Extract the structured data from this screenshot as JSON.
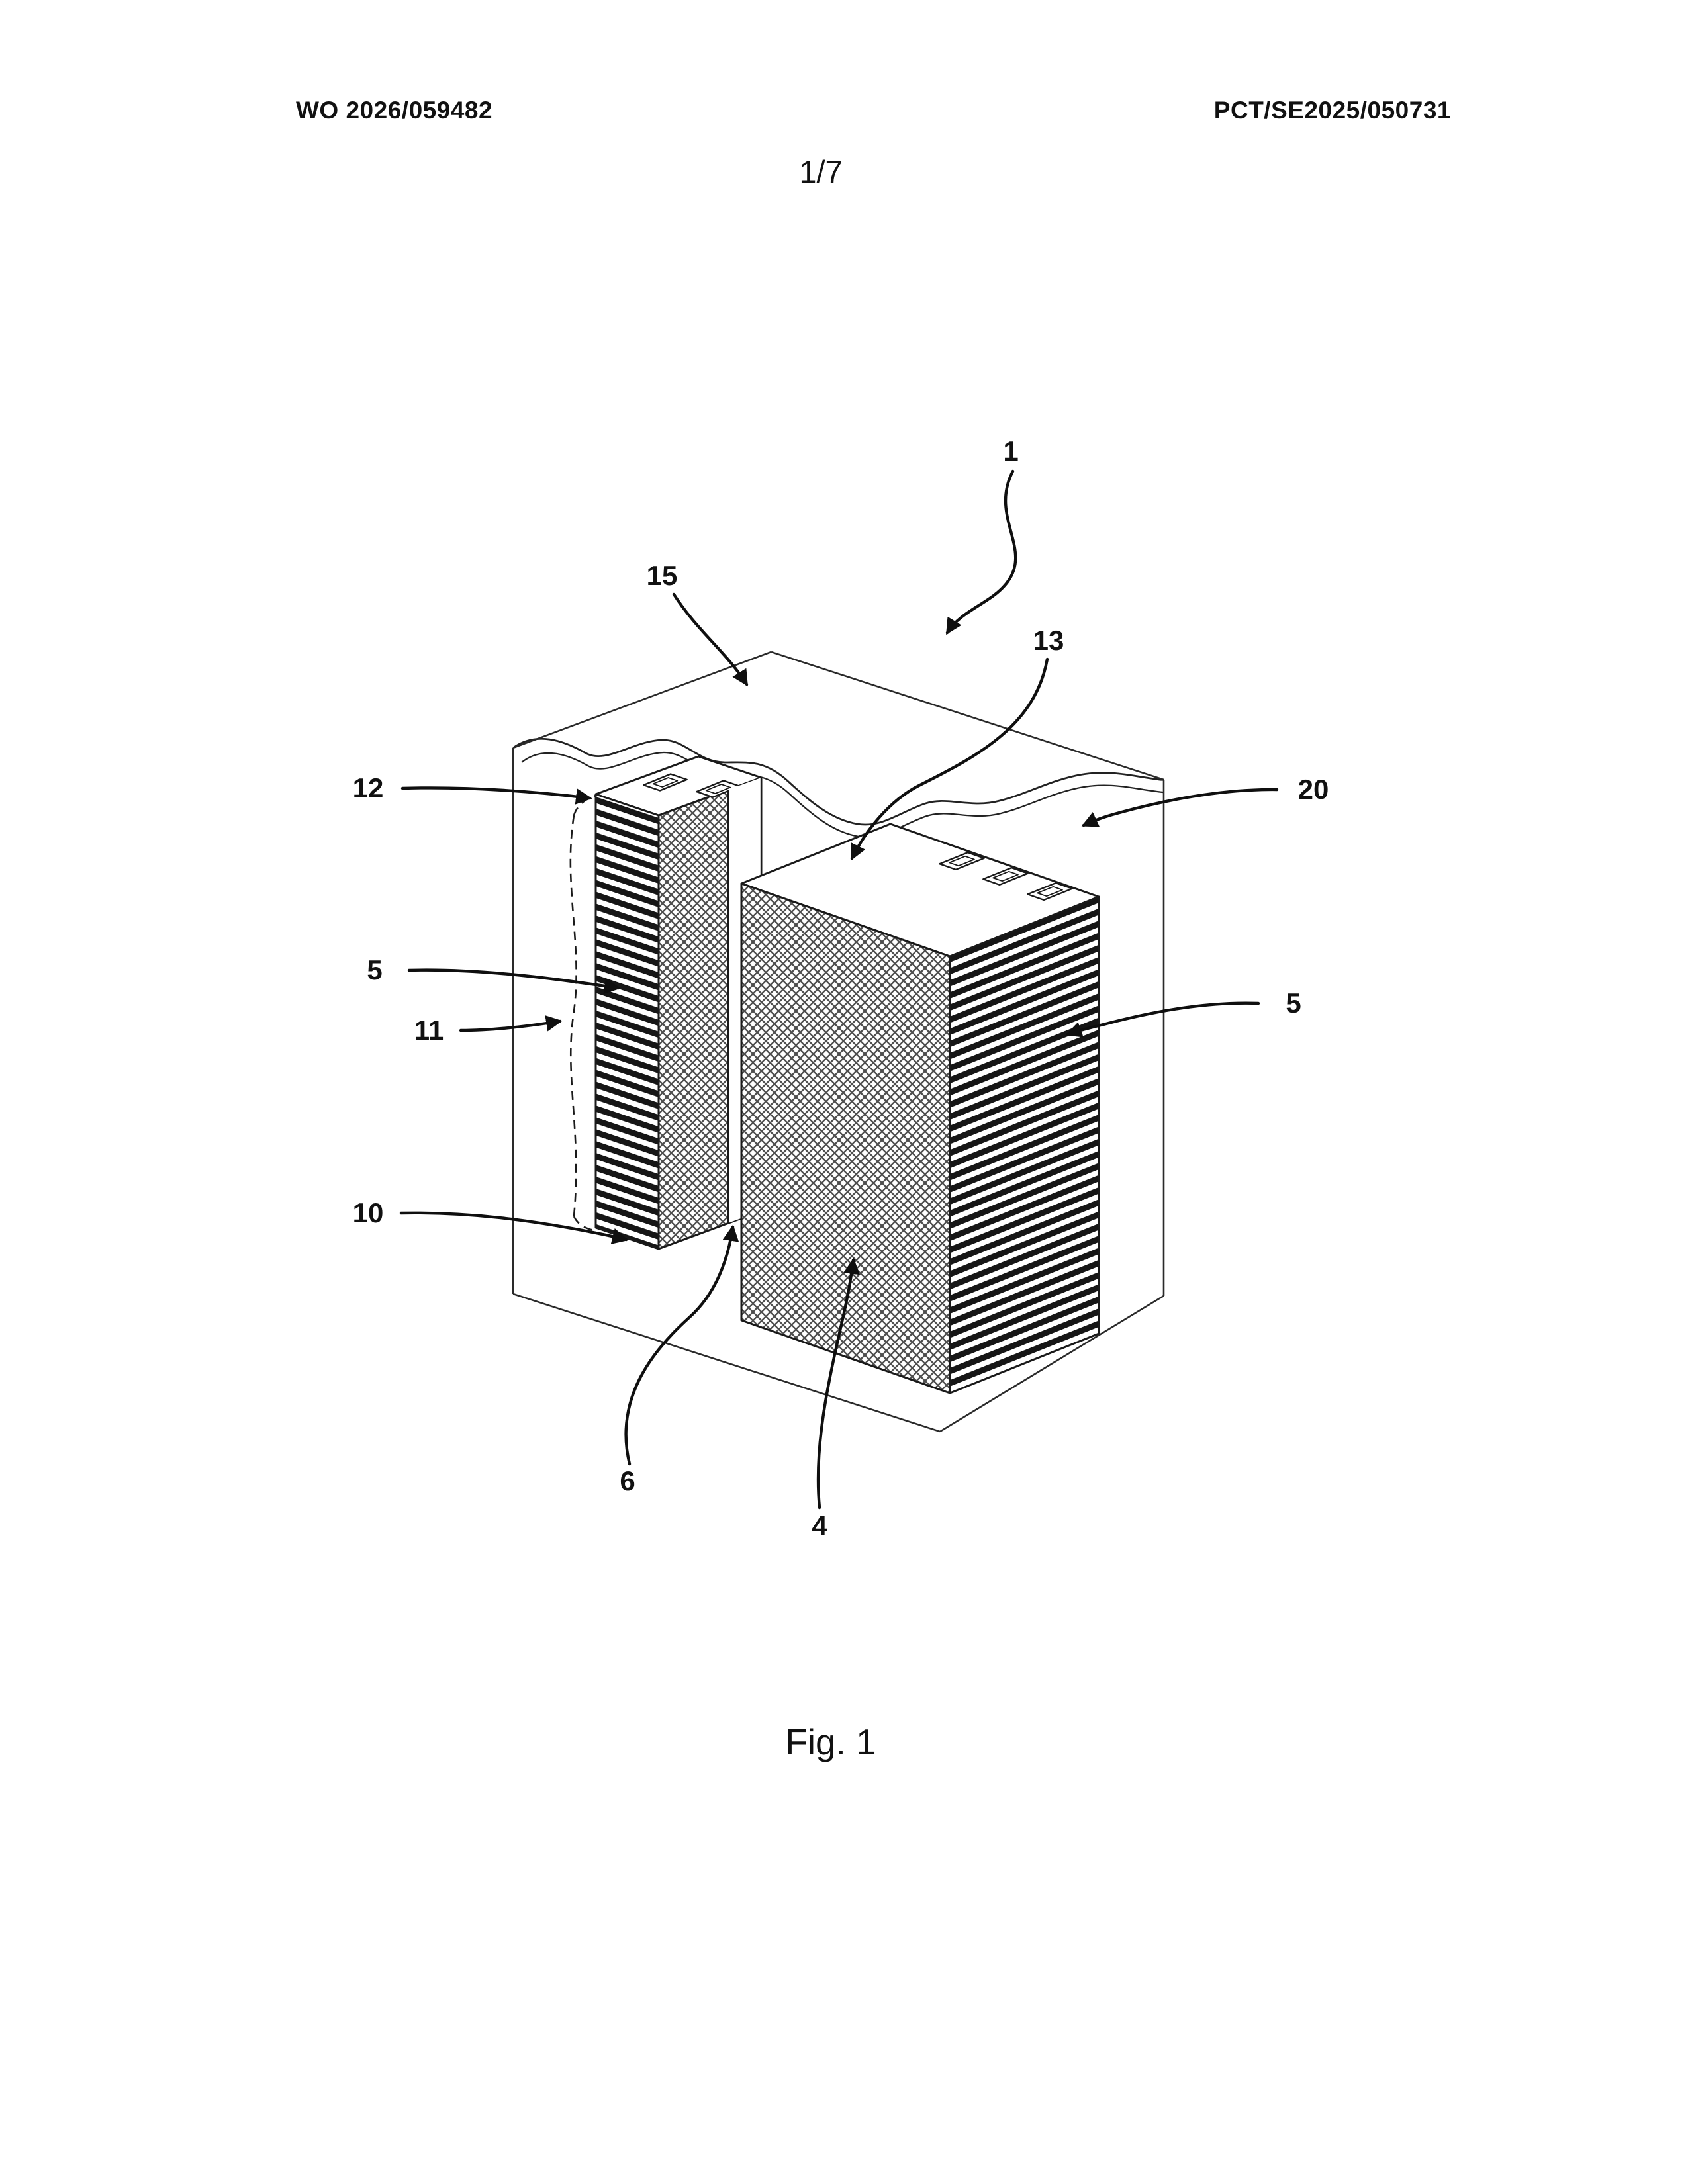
{
  "document": {
    "header_left": "WO 2026/059482",
    "header_right": "PCT/SE2025/050731",
    "page_number": "1/7",
    "figure_caption": "Fig. 1"
  },
  "figure": {
    "ref_numerals": [
      "1",
      "15",
      "13",
      "12",
      "20",
      "5",
      "11",
      "5",
      "10",
      "6",
      "4"
    ]
  }
}
